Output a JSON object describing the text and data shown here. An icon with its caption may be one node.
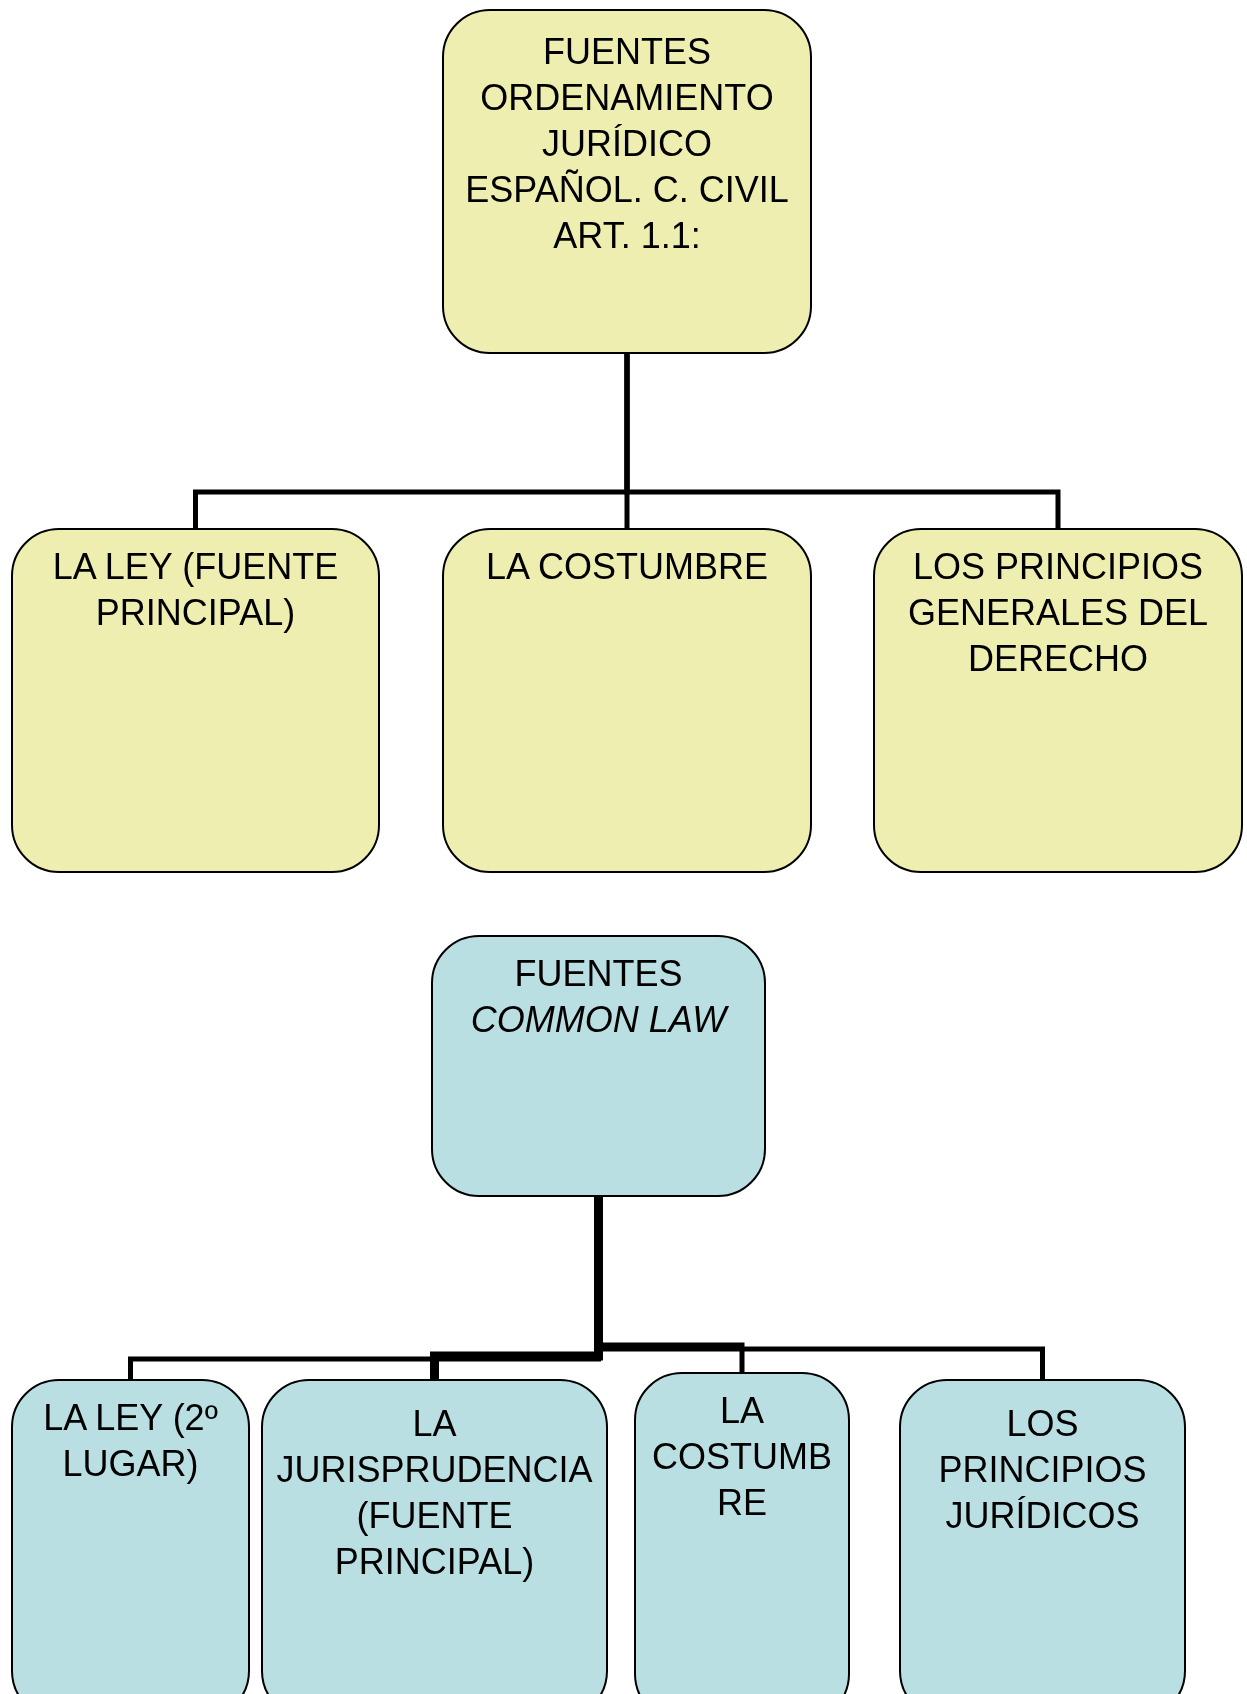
{
  "diagram": {
    "nodes": [
      {
        "text": [
          "FUENTES ORDENAMIENTO JURÍDICO ESPAÑOL. C. CIVIL",
          "ART. 1.1:"
        ]
      },
      {
        "text": [
          "LA LEY (FUENTE PRINCIPAL)"
        ]
      },
      {
        "text": [
          "LA COSTUMBRE"
        ]
      },
      {
        "text": [
          "LOS PRINCIPIOS GENERALES DEL DERECHO"
        ]
      },
      {
        "text": [
          "FUENTES *COMMON LAW*"
        ]
      },
      {
        "text": [
          "LA LEY (2º LUGAR)"
        ]
      },
      {
        "text": [
          "LA JURISPRUDENCIA (FUENTE PRINCIPAL)"
        ]
      },
      {
        "text": [
          "LA COSTUMBRE"
        ]
      },
      {
        "text": [
          "LOS PRINCIPIOS JURÍDICOS"
        ]
      }
    ],
    "edges": [
      {
        "from": 0,
        "to": 1,
        "arrow": "none"
      },
      {
        "from": 0,
        "to": 2,
        "arrow": "none"
      },
      {
        "from": 0,
        "to": 3,
        "arrow": "none"
      },
      {
        "from": 4,
        "to": 5,
        "arrow": "none"
      },
      {
        "from": 4,
        "to": 6,
        "arrow": "none",
        "style": "thick"
      },
      {
        "from": 4,
        "to": 7,
        "arrow": "none"
      },
      {
        "from": 4,
        "to": 8,
        "arrow": "none"
      }
    ]
  }
}
